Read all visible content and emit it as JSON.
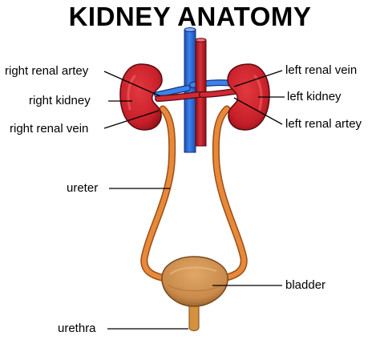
{
  "title": "KIDNEY ANATOMY",
  "labels": {
    "right_renal_artery": "right renal artey",
    "right_kidney": "right kidney",
    "right_renal_vein": "right renal vein",
    "left_renal_vein": "left renal vein",
    "left_kidney": "left kidney",
    "left_renal_artery": "left renal artey",
    "ureter": "ureter",
    "bladder": "bladder",
    "urethra": "urethra"
  },
  "colors": {
    "kidney": "#c8202a",
    "kidney_dark": "#8e1018",
    "vein": "#2e6fd9",
    "artery": "#c41e26",
    "ureter": "#e8893a",
    "bladder": "#c98a4a"
  }
}
